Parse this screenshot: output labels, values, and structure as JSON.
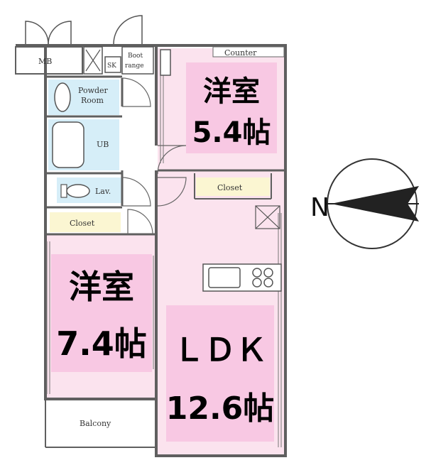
{
  "rooms": {
    "western_room_1": {
      "name": "洋室",
      "size": "5.4帖"
    },
    "western_room_2": {
      "name": "洋室",
      "size": "7.4帖"
    },
    "ldk": {
      "name": "ＬＤＫ",
      "size": "12.6帖"
    }
  },
  "labels": {
    "mb": "MB",
    "sk": "SK",
    "boot_1": "Boot",
    "boot_2": "range",
    "counter": "Counter",
    "powder_1": "Powder",
    "powder_2": "Room",
    "ub": "UB",
    "lav": "Lav.",
    "closet_ldk": "Closet",
    "closet_room": "Closet",
    "balcony": "Balcony"
  },
  "compass": {
    "direction": "N"
  },
  "colors": {
    "wall": "#5f5f5f",
    "room_pink": "#fbe3ee",
    "label_pink": "#f8c8e3",
    "bath_blue": "#d6eef8",
    "closet_yellow": "#fbf6d2"
  }
}
